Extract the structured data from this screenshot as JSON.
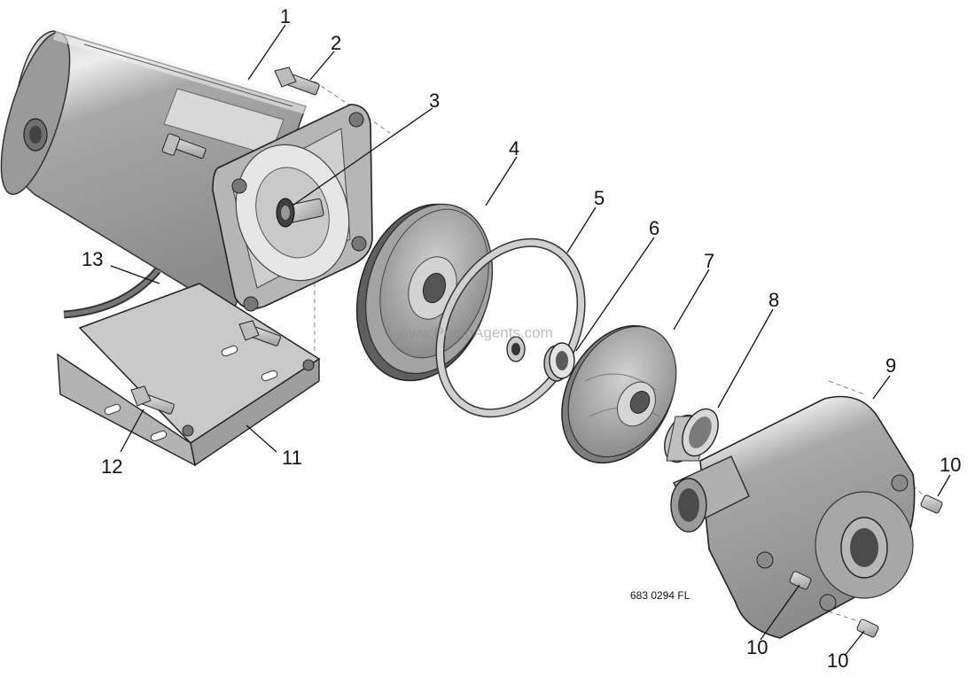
{
  "callouts": {
    "c1": "1",
    "c2": "2",
    "c3": "3",
    "c4": "4",
    "c5": "5",
    "c6": "6",
    "c7": "7",
    "c8": "8",
    "c9": "9",
    "c10a": "10",
    "c10b": "10",
    "c10c": "10",
    "c11": "11",
    "c12": "12",
    "c13": "13"
  },
  "watermark": "www.PumpAgents.com",
  "drawing_code": "683 0294 FL"
}
